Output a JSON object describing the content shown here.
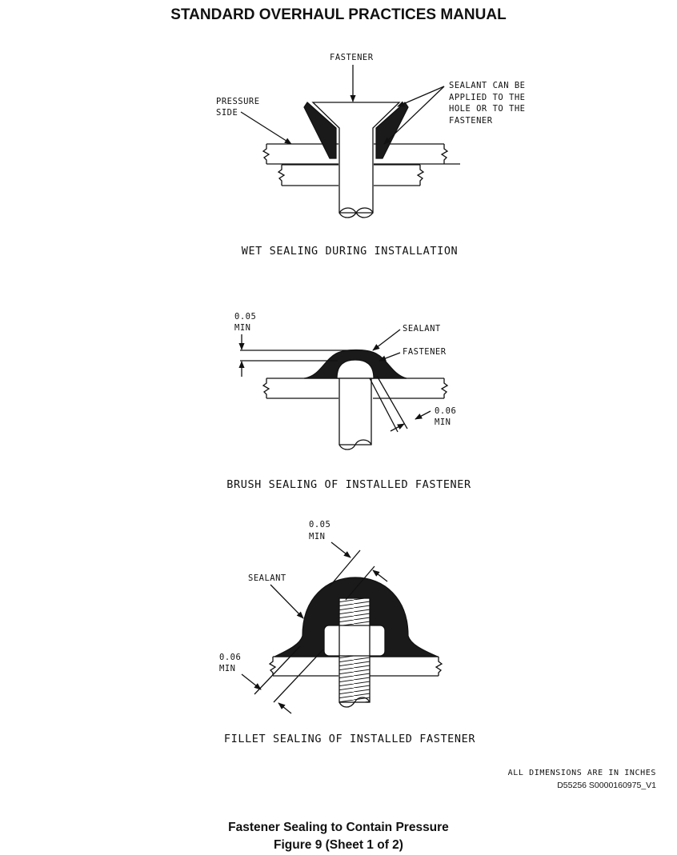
{
  "header": {
    "title": "STANDARD OVERHAUL PRACTICES MANUAL"
  },
  "figure1": {
    "label_fastener": "FASTENER",
    "label_pressure_1": "PRESSURE",
    "label_pressure_2": "SIDE",
    "sealant_line1": "SEALANT CAN BE",
    "sealant_line2": "APPLIED TO THE",
    "sealant_line3": "HOLE OR TO THE",
    "sealant_line4": "FASTENER",
    "caption": "WET SEALING DURING INSTALLATION"
  },
  "figure2": {
    "dim_top_value": "0.05",
    "dim_top_unit": "MIN",
    "label_sealant": "SEALANT",
    "label_fastener": "FASTENER",
    "dim_side_value": "0.06",
    "dim_side_unit": "MIN",
    "caption": "BRUSH SEALING OF INSTALLED FASTENER"
  },
  "figure3": {
    "dim_top_value": "0.05",
    "dim_top_unit": "MIN",
    "label_sealant": "SEALANT",
    "dim_side_value": "0.06",
    "dim_side_unit": "MIN",
    "caption": "FILLET SEALING OF INSTALLED FASTENER"
  },
  "notes": {
    "dimensions": "ALL DIMENSIONS ARE IN INCHES",
    "drawing_id": "D55256 S0000160975_V1"
  },
  "footer": {
    "title": "Fastener Sealing to Contain Pressure",
    "figure": "Figure 9  (Sheet 1 of 2)"
  }
}
